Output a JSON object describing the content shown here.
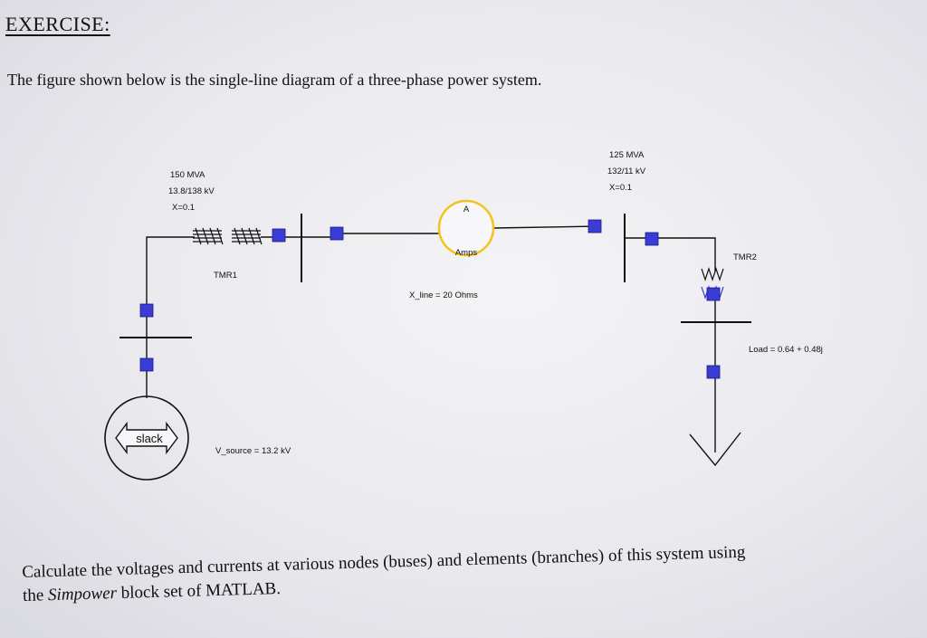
{
  "heading": "EXERCISE:",
  "intro": "The figure shown below is the single-line diagram of a three-phase power system.",
  "outro": {
    "line1": "Calculate the voltages and currents at various nodes (buses) and elements (branches) of this system using",
    "line2_prefix": "the ",
    "line2_italic": "Simpower",
    "line2_suffix": " block set of MATLAB."
  },
  "diagram": {
    "tmr1": {
      "rating": "150 MVA",
      "voltage": "13.8/138 kV",
      "reactance": "X=0.1",
      "name": "TMR1"
    },
    "tmr2": {
      "rating": "125 MVA",
      "voltage": "132/11 kV",
      "reactance": "X=0.1",
      "name": "TMR2"
    },
    "ammeter": {
      "letter": "A",
      "label": "Amps"
    },
    "line": {
      "label": "X_line = 20 Ohms"
    },
    "load": {
      "label": "Load = 0.64 + 0.48j"
    },
    "source": {
      "label": "slack",
      "voltage": "V_source = 13.2 kV"
    },
    "colors": {
      "node": "#3b3bd6",
      "ammeter_ring": "#f0c419",
      "wire": "#111111"
    }
  }
}
